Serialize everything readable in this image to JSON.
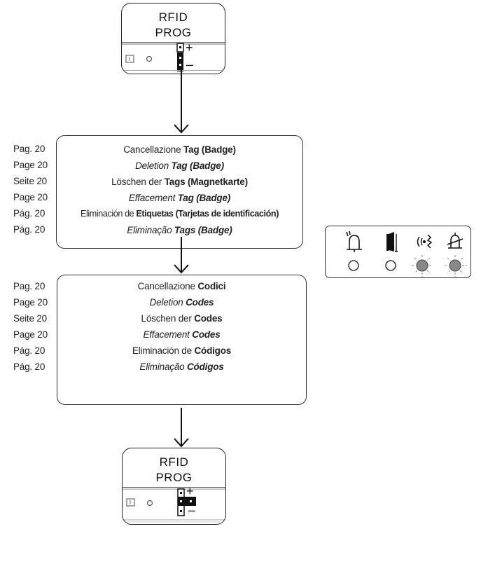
{
  "module_top": {
    "line1": "RFID",
    "line2": "PROG",
    "plus": "+",
    "minus": "–"
  },
  "module_bottom": {
    "line1": "RFID",
    "line2": "PROG",
    "plus": "+",
    "minus": "–"
  },
  "box_tags": {
    "pages": [
      "Pag. 20",
      "Page 20",
      "Seite 20",
      "Page 20",
      "Pág. 20",
      "Pág. 20"
    ],
    "lines": [
      {
        "plain": "Cancellazione ",
        "bold": "Tag (Badge)",
        "italic": false
      },
      {
        "plain": "Deletion ",
        "bold": "Tag (Badge)",
        "italic": true
      },
      {
        "plain": "Löschen der ",
        "bold": "Tags (Magnetkarte)",
        "italic": false
      },
      {
        "plain": "Effacement ",
        "bold": "Tag (Badge)",
        "italic": true
      },
      {
        "plain": "Eliminación de ",
        "bold": "Etiquetas (Tarjetas de identificación)",
        "italic": false
      },
      {
        "plain": "Eliminação ",
        "bold": "Tags (Badge)",
        "italic": true
      }
    ]
  },
  "box_codes": {
    "pages": [
      "Pag. 20",
      "Page 20",
      "Seite 20",
      "Page 20",
      "Pág. 20",
      "Pág. 20"
    ],
    "lines": [
      {
        "plain": "Cancellazione ",
        "bold": "Codici",
        "italic": false
      },
      {
        "plain": "Deletion ",
        "bold": "Codes",
        "italic": true
      },
      {
        "plain": "Löschen der ",
        "bold": "Codes",
        "italic": false
      },
      {
        "plain": "Effacement ",
        "bold": "Codes",
        "italic": true
      },
      {
        "plain": "Eliminación de ",
        "bold": "Códigos",
        "italic": false
      },
      {
        "plain": "Eliminação ",
        "bold": "Códigos",
        "italic": true
      }
    ]
  },
  "led_panel": {
    "icons": [
      "bell-sound-icon",
      "door-icon",
      "person-speaking-icon",
      "bell-off-icon"
    ],
    "leds": [
      {
        "name": "led-1",
        "state": "off"
      },
      {
        "name": "led-2",
        "state": "off"
      },
      {
        "name": "led-3",
        "state": "blinking"
      },
      {
        "name": "led-4",
        "state": "blinking"
      }
    ]
  }
}
